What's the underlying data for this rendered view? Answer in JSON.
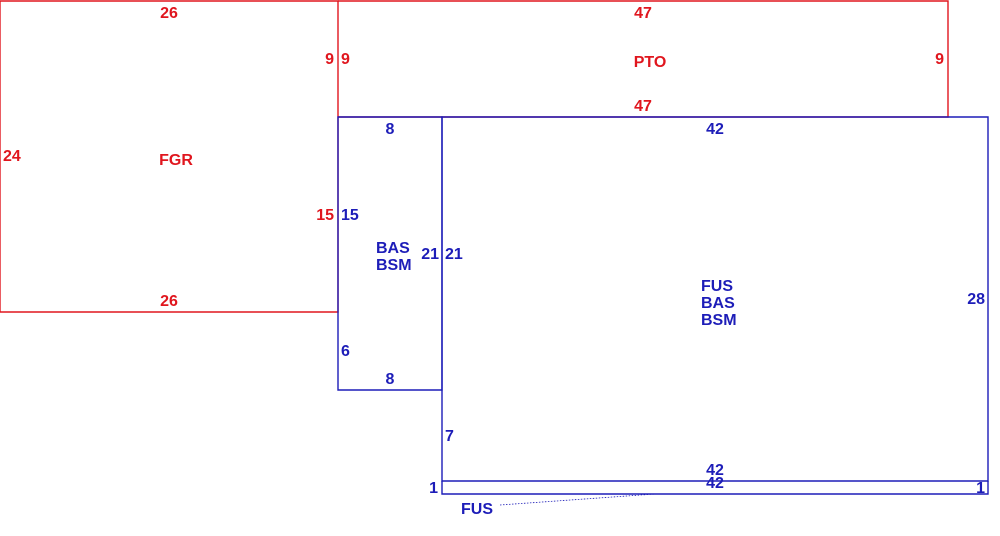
{
  "colors": {
    "red": "#e0161e",
    "blue": "#1d1db8"
  },
  "sketch": {
    "fgr": {
      "name": "FGR",
      "top": "26",
      "left": "24",
      "right_upper": "9",
      "right_lower": "15",
      "bottom": "26"
    },
    "pto": {
      "name": "PTO",
      "top": "47",
      "left": "9",
      "right": "9",
      "bottom": "47"
    },
    "bas_bsm": {
      "name_line1": "BAS",
      "name_line2": "BSM",
      "top": "8",
      "left_upper": "15",
      "left_lower": "6",
      "right": "21",
      "bottom": "8"
    },
    "fus_main": {
      "name_line1": "FUS",
      "name_line2": "BAS",
      "name_line3": "BSM",
      "top": "42",
      "left_upper": "21",
      "left_lower": "7",
      "right": "28",
      "bottom": "42"
    },
    "fus_strip": {
      "name": "FUS",
      "top": "42",
      "left": "1",
      "right": "1"
    }
  }
}
